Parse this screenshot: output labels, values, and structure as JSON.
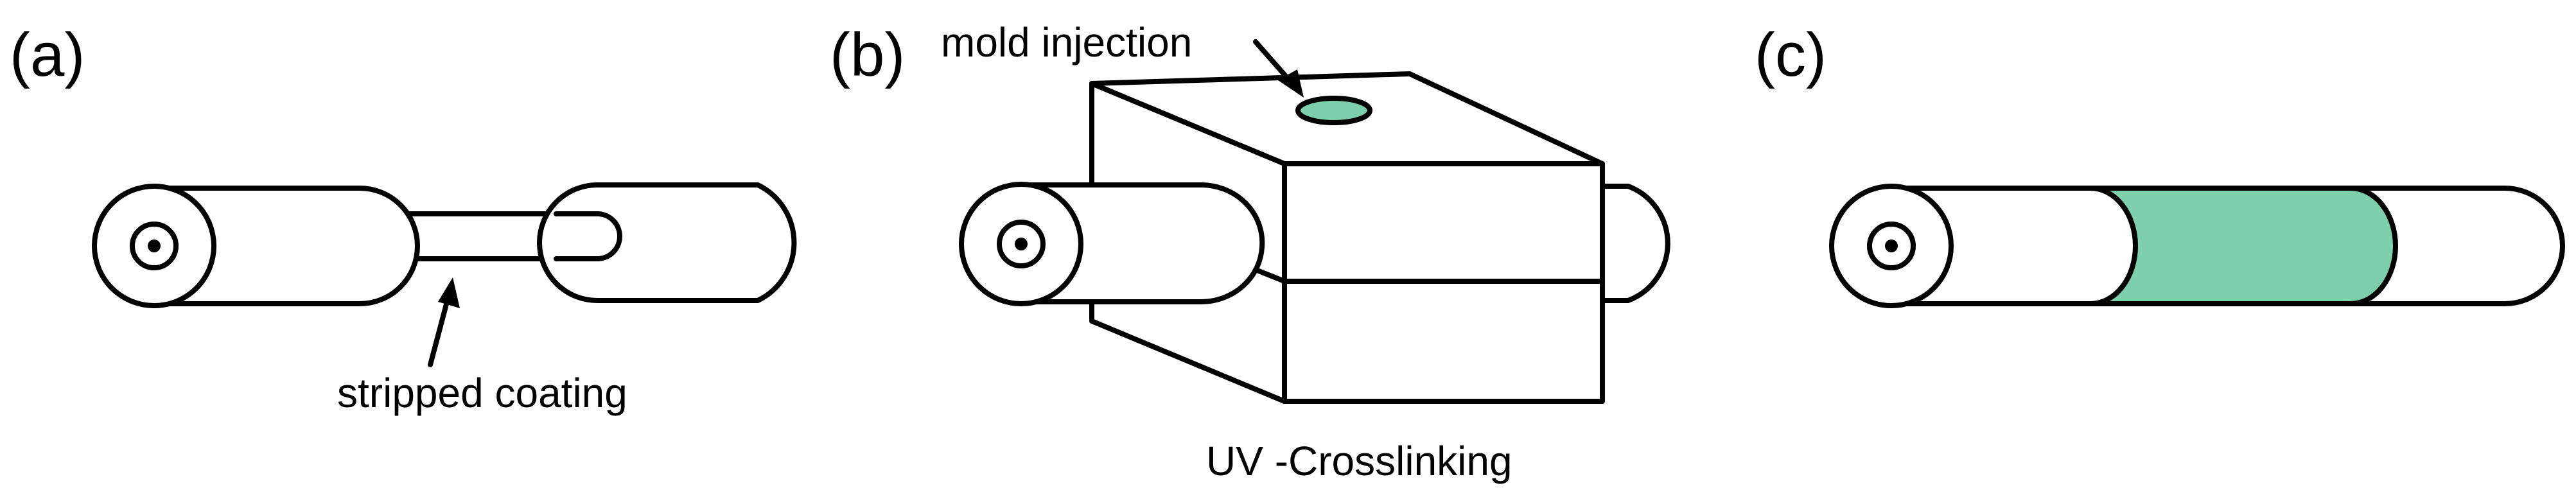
{
  "panels": {
    "a": {
      "label": "(a)",
      "annotation": "stripped coating"
    },
    "b": {
      "label": "(b)",
      "annotation_top": "mold injection",
      "annotation_bottom": "UV -Crosslinking"
    },
    "c": {
      "label": "(c)"
    }
  },
  "colors": {
    "stroke": "#000000",
    "background": "#ffffff",
    "resin": "#7dd0ab"
  },
  "icons": [
    "arrow-icon",
    "fiber-end-icon"
  ]
}
